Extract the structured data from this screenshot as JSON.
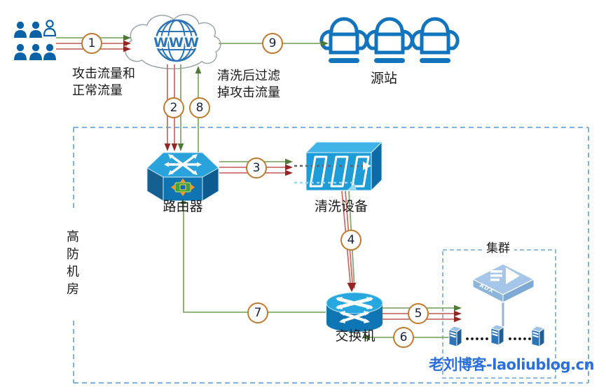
{
  "annotations": {
    "incoming_traffic": {
      "line1": "攻击流量和",
      "line2": "正常流量"
    },
    "cleaned_traffic": {
      "line1": "清洗后过滤",
      "line2": "掉攻击流量"
    }
  },
  "nodes": {
    "internet": {
      "label": "WWW"
    },
    "origin": {
      "label": "源站"
    },
    "router": {
      "label": "路由器"
    },
    "cleaning_device": {
      "label": "清洗设备"
    },
    "switch": {
      "label": "交换机"
    },
    "cluster": {
      "label": "集群"
    },
    "load_balancer": {
      "label": "ADX"
    },
    "datacenter": {
      "label": "高防机房"
    }
  },
  "steps": {
    "n1": "1",
    "n2": "2",
    "n3": "3",
    "n4": "4",
    "n5": "5",
    "n6": "6",
    "n7": "7",
    "n8": "8",
    "n9": "9"
  },
  "watermark": "老刘博客-laoliublog.cn",
  "colors": {
    "normal_traffic_green": "#84a96e",
    "normal_arrow_green": "#4e7a35",
    "attack_traffic_red": "#c9706e",
    "attack_arrow_red": "#942726",
    "badge_border_orange": "#c07a30",
    "dashed_border_blue": "#7eb2e0",
    "icon_blue": "#1274bd",
    "device_blue": "#1e9cd7",
    "watermark_blue": "#2a6fdb"
  }
}
